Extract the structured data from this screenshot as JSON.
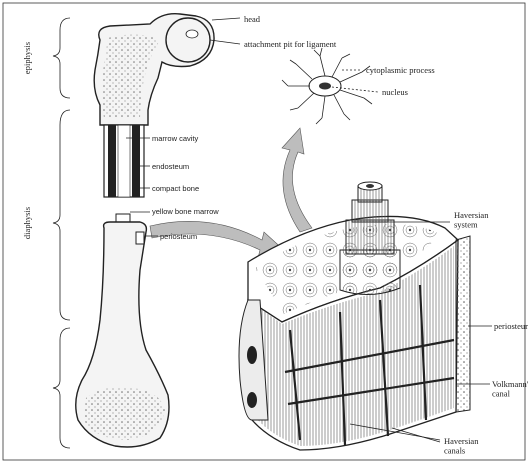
{
  "labels": {
    "epiphysis_top": "epiphysis",
    "diaphysis": "diaphysis",
    "head": "head",
    "attachment_pit": "attachment pit for ligament",
    "marrow_cavity": "marrow cavity",
    "endosteum": "endosteum",
    "compact_bone": "compact bone",
    "yellow_marrow": "yellow bone marrow",
    "periosteum_left": "periosteum",
    "cytoplasmic_process": "cytoplasmic process",
    "nucleus": "nucleus",
    "haversian_system": "Haversian system",
    "periosteum_right": "periosteum",
    "volkmanns_canal": "Volkmann's canal",
    "haversian_canals": "Haversian canals"
  },
  "colors": {
    "ink": "#222222",
    "bone_fill": "#f4f4f4",
    "arrow_fill": "#bdbdbd",
    "spongy": "#dcdcdc"
  }
}
